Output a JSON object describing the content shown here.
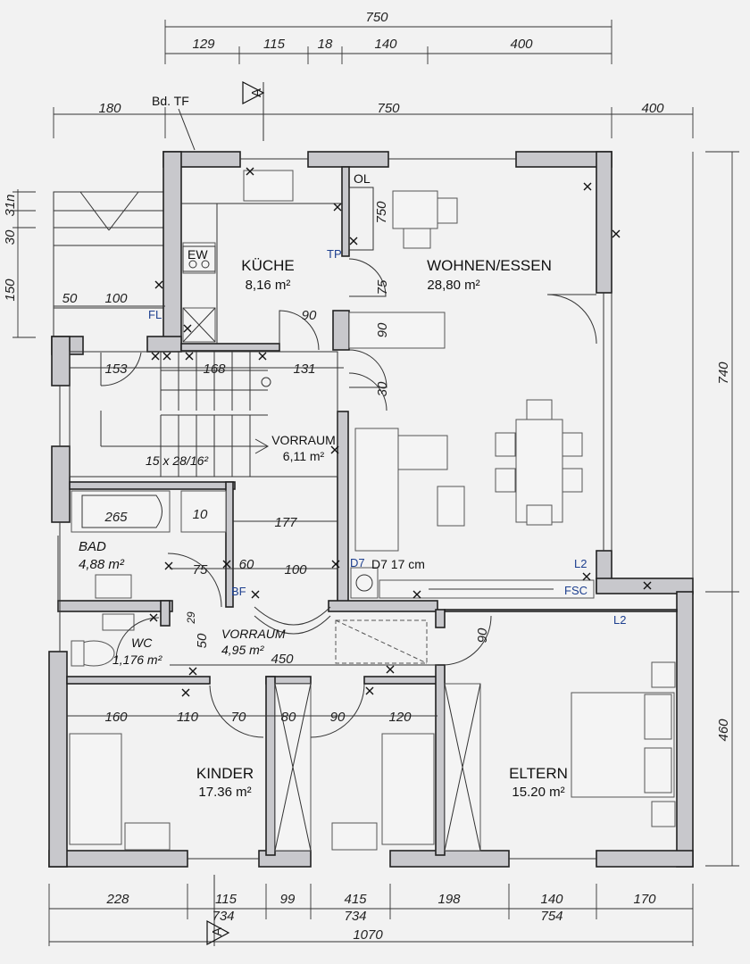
{
  "rooms": {
    "kueche": {
      "name": "KÜCHE",
      "area": "8,16 m²"
    },
    "wohnen": {
      "name": "WOHNEN/ESSEN",
      "area": "28,80 m²"
    },
    "vorraum1": {
      "name": "VORRAUM",
      "area": "6,11 m²"
    },
    "bad": {
      "name": "BAD",
      "area": "4,88 m²"
    },
    "wc": {
      "name": "WC",
      "area": "1,176 m²"
    },
    "vorraum2": {
      "name": "VORRAUM",
      "area": "4,95 m²"
    },
    "kinder": {
      "name": "KINDER",
      "area": "17.36 m²"
    },
    "eltern": {
      "name": "ELTERN",
      "area": "15.20 m²"
    }
  },
  "labels": {
    "bd_tf": "Bd. TF",
    "ol": "OL",
    "ew": "EW",
    "fl": "FL",
    "tp": "TP",
    "bf": "BF",
    "d7": "D7",
    "d7_text": "D7 17 cm",
    "l2": "L2",
    "fsc": "FSC",
    "l2_b": "L2",
    "stairs": "15 x 28/16²",
    "section_mark": "A"
  },
  "dims": {
    "top_total": "750",
    "top_segments": [
      "129",
      "115",
      "18",
      "140",
      "400"
    ],
    "second_row": [
      "180",
      "750",
      "400"
    ],
    "left_vertical": [
      "31n",
      "30",
      "150"
    ],
    "right_vertical": [
      "740",
      "460"
    ],
    "bottom_segments": [
      "228",
      "115",
      "99",
      "415",
      "198",
      "140",
      "170"
    ],
    "bottom_sub": [
      "734",
      "734",
      "754"
    ],
    "bottom_total": "1070",
    "interior": {
      "d50": "50",
      "d100": "100",
      "d90_kitchen": "90",
      "d750_ol": "750",
      "d75_a": "75",
      "d90_b": "90",
      "d30": "30",
      "d153": "153",
      "d168": "168",
      "d131": "131",
      "d265": "265",
      "d10": "10",
      "d177": "177",
      "d75_bad": "75",
      "d60": "60",
      "d100_b": "100",
      "d29": "29",
      "d50_b": "50",
      "d450": "450",
      "d90_eltern": "90",
      "d160": "160",
      "d110": "110",
      "d70": "70",
      "d80": "80",
      "d90_c": "90",
      "d120": "120"
    }
  }
}
